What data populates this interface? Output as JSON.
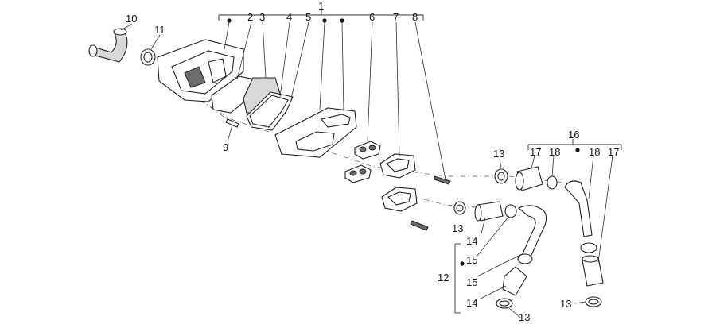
{
  "labels": {
    "l1": "1",
    "l2": "2",
    "l3": "3",
    "l4": "4",
    "l5": "5",
    "l6": "6",
    "l7": "7",
    "l8": "8",
    "l9": "9",
    "l10": "10",
    "l11": "11",
    "l12": "12",
    "l13a": "13",
    "l13b": "13",
    "l13c": "13",
    "l13d": "13",
    "l14a": "14",
    "l14b": "14",
    "l15a": "15",
    "l15b": "15",
    "l16": "16",
    "l17a": "17",
    "l17b": "17",
    "l18a": "18",
    "l18b": "18"
  }
}
